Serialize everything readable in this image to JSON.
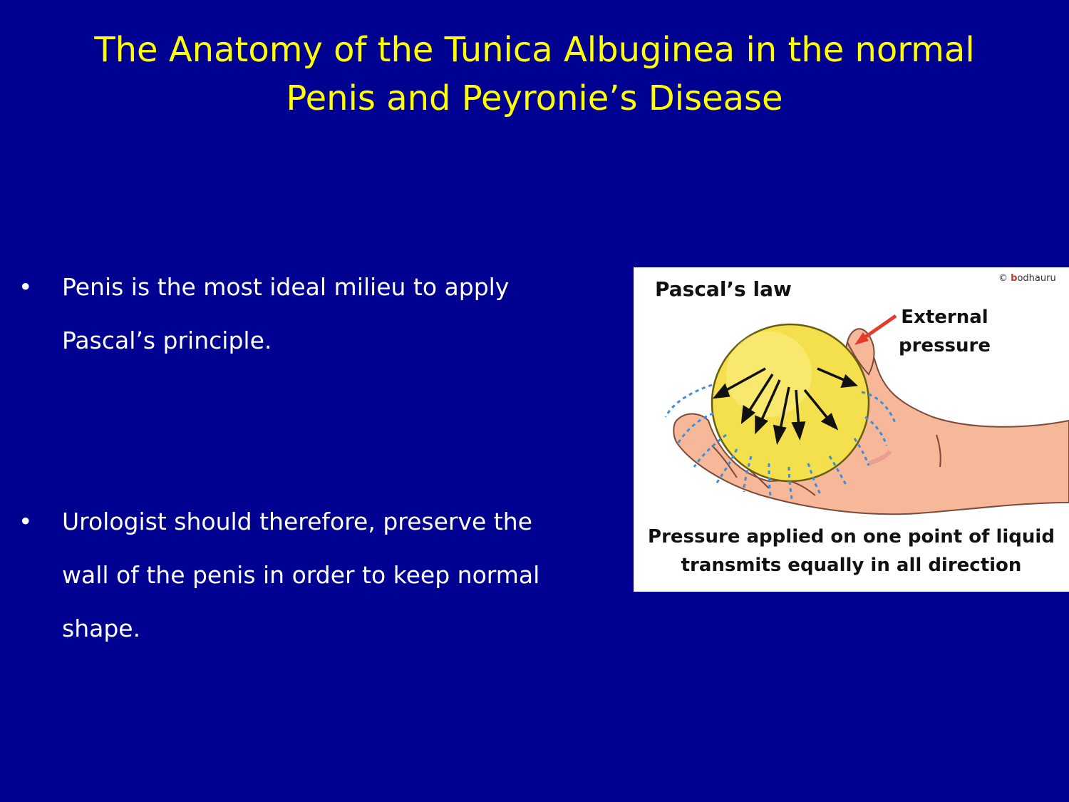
{
  "slide": {
    "title_lines": [
      "The Anatomy of the Tunica Albuginea in the normal",
      "Penis and Peyronie’s Disease"
    ],
    "bullets": [
      {
        "marker": "•",
        "lines": [
          "Penis is the most ideal milieu to apply",
          "Pascal’s principle."
        ]
      },
      {
        "marker": "•",
        "lines": [
          "Urologist should therefore, preserve the",
          "wall of the penis in order to keep normal",
          "shape."
        ]
      }
    ]
  },
  "figure": {
    "title": "Pascal’s law",
    "logo_copyright": "©",
    "logo_text": "odha",
    "logo_b": "b",
    "logo_suffix": "uru",
    "external_label": [
      "External",
      "pressure"
    ],
    "caption_lines": [
      "Pressure applied on one point of liquid",
      "transmits equally in all direction"
    ],
    "icons": [
      "ball-illustration",
      "hand-illustration",
      "arrow-icon"
    ]
  },
  "colors": {
    "background": "#000091",
    "title": "#ffff00",
    "body_text": "#ffffff",
    "ball": "#f4e04d",
    "hand": "#f7b89a",
    "arrow_external": "#e53b2a",
    "dotted_lines": "#3a8fd8"
  }
}
